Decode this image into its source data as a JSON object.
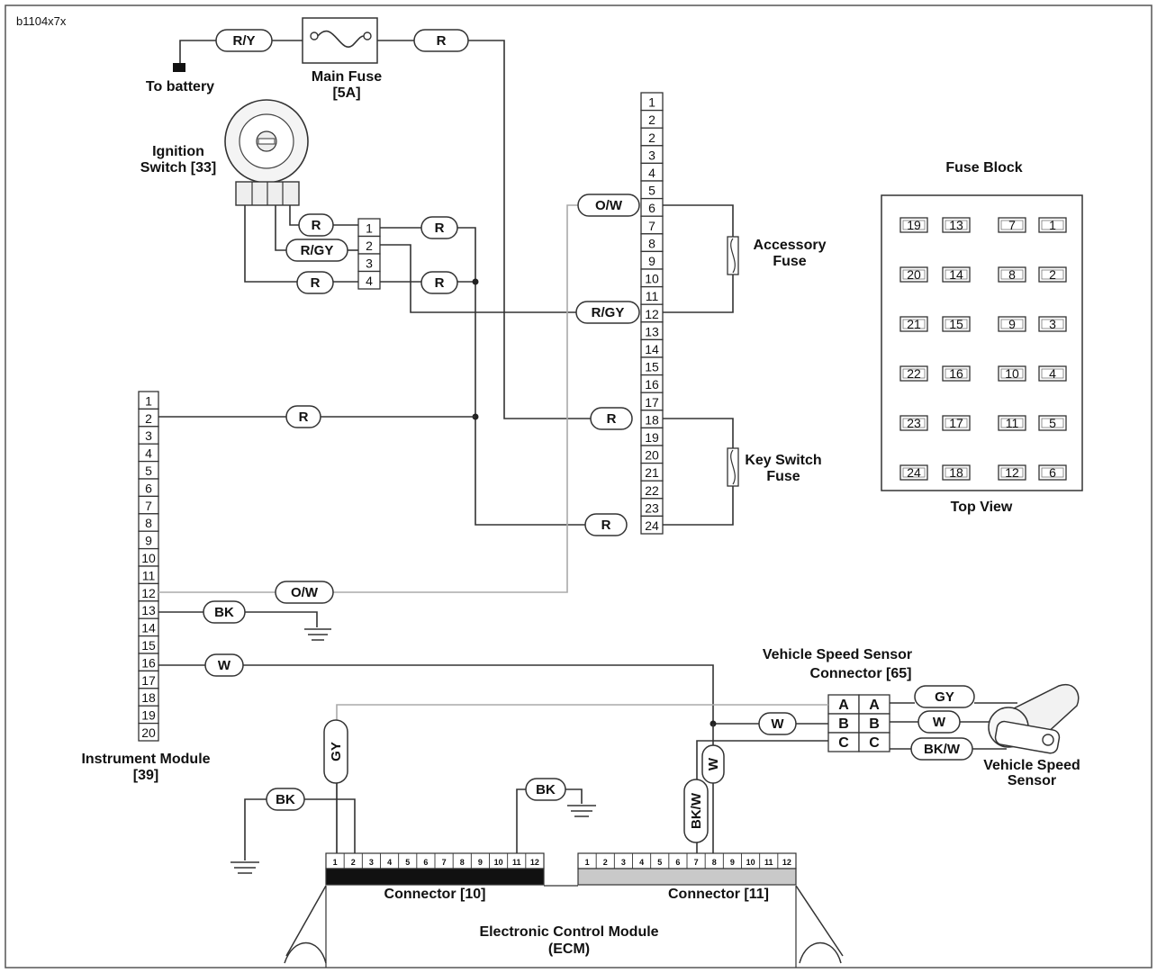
{
  "figure_id": "b1104x7x",
  "labels": {
    "to_battery": "To battery",
    "main_fuse": "Main Fuse",
    "main_fuse_rating": "[5A]",
    "ignition_switch_1": "Ignition",
    "ignition_switch_2": "Switch [33]",
    "fuse_block": "Fuse Block",
    "accessory_fuse_1": "Accessory",
    "accessory_fuse_2": "Fuse",
    "key_switch_fuse_1": "Key Switch",
    "key_switch_fuse_2": "Fuse",
    "top_view": "Top View",
    "instrument_module_1": "Instrument Module",
    "instrument_module_2": "[39]",
    "vss_connector_1": "Vehicle Speed Sensor",
    "vss_connector_2": "Connector [65]",
    "vss_1": "Vehicle Speed",
    "vss_2": "Sensor",
    "connector_10": "Connector [10]",
    "connector_11": "Connector [11]",
    "ecm_1": "Electronic Control Module",
    "ecm_2": "(ECM)"
  },
  "wire_colors": {
    "ry": "R/Y",
    "r": "R",
    "rgy": "R/GY",
    "ow": "O/W",
    "bk": "BK",
    "w": "W",
    "gy": "GY",
    "bkw": "BK/W"
  },
  "fuse_block_pins": [
    [
      "19",
      "13",
      "7",
      "1"
    ],
    [
      "20",
      "14",
      "8",
      "2"
    ],
    [
      "21",
      "15",
      "9",
      "3"
    ],
    [
      "22",
      "16",
      "10",
      "4"
    ],
    [
      "23",
      "17",
      "11",
      "5"
    ],
    [
      "24",
      "18",
      "12",
      "6"
    ]
  ],
  "ignition_pins": [
    "1",
    "2",
    "3",
    "4"
  ],
  "fuse_block_connector_pins": [
    "1",
    "2",
    "2",
    "3",
    "4",
    "5",
    "6",
    "7",
    "8",
    "9",
    "10",
    "11",
    "12",
    "13",
    "14",
    "15",
    "16",
    "17",
    "18",
    "19",
    "20",
    "21",
    "22",
    "23",
    "24"
  ],
  "instrument_pins": [
    "1",
    "2",
    "3",
    "4",
    "5",
    "6",
    "7",
    "8",
    "9",
    "10",
    "11",
    "12",
    "13",
    "14",
    "15",
    "16",
    "17",
    "18",
    "19",
    "20"
  ],
  "vss_pins": [
    "A",
    "B",
    "C"
  ],
  "ecm_pins": [
    "1",
    "2",
    "3",
    "4",
    "5",
    "6",
    "7",
    "8",
    "9",
    "10",
    "11",
    "12"
  ]
}
